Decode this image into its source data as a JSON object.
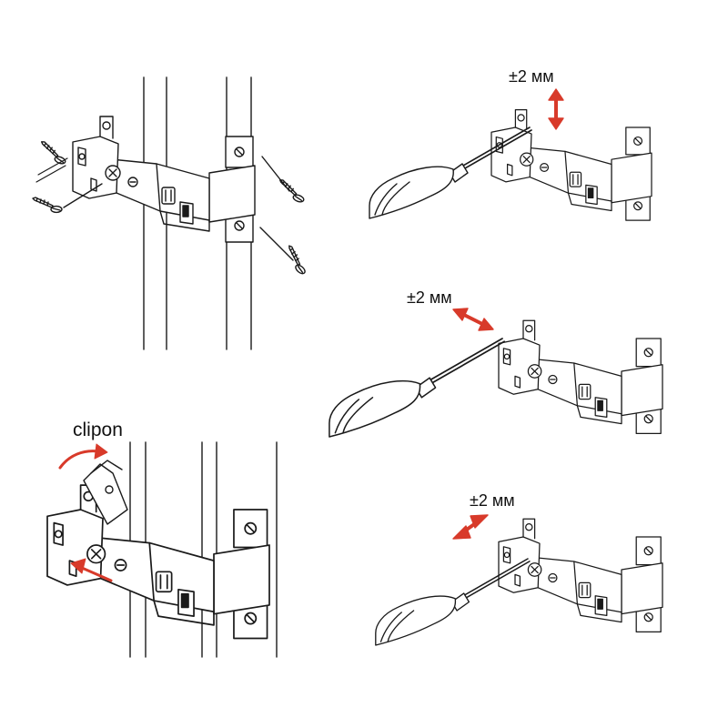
{
  "labels": {
    "clipon": "clipon",
    "vertical_adjust": "±2 мм",
    "depth_adjust": "±2 мм",
    "side_adjust": "±2 мм"
  },
  "colors": {
    "line": "#1a1a1a",
    "arrow": "#d83a2a",
    "background": "#ffffff"
  }
}
